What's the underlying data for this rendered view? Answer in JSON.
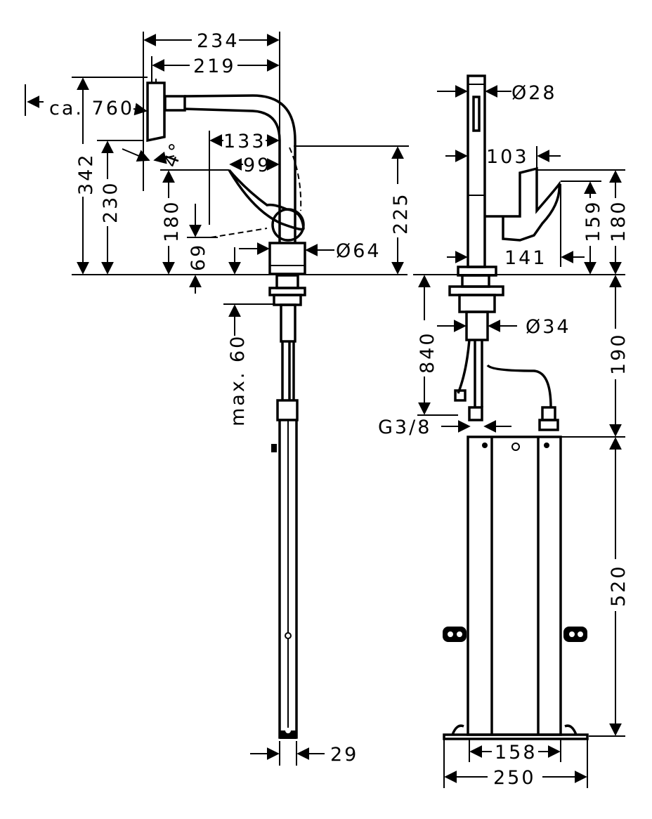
{
  "dimensions": {
    "d234": "234",
    "d219": "219",
    "ca760": "ca. 760",
    "d342": "342",
    "d230": "230",
    "angle4": "4°",
    "d133": "133",
    "d99": "99",
    "d180_left": "180",
    "d225": "225",
    "d69": "69",
    "dia64": "Ø64",
    "max60": "max. 60",
    "d29": "29",
    "dia28": "Ø28",
    "d103": "103",
    "d159": "159",
    "d180_right": "180",
    "d141": "141",
    "d840": "840",
    "dia34": "Ø34",
    "d190": "190",
    "g38": "G3/8",
    "d520": "520",
    "d158": "158",
    "d250": "250"
  }
}
